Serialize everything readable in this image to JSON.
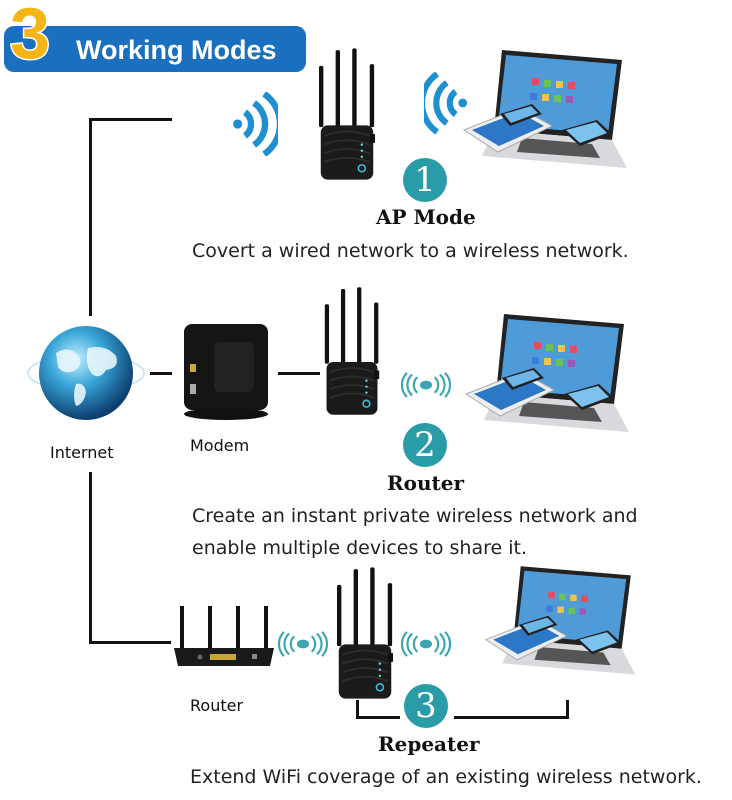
{
  "header": {
    "number": "3",
    "title": "Working Modes"
  },
  "colors": {
    "banner_blue": "#1a6fbf",
    "number_yellow": "#f5b515",
    "badge_teal": "#2a9ca8",
    "wave_blue": "#1e8fd0",
    "wave_teal": "#3aa6b4"
  },
  "nodes": {
    "internet": "Internet",
    "modem": "Modem",
    "router": "Router"
  },
  "modes": [
    {
      "number": "1",
      "title": "AP Mode",
      "description": [
        "Covert a wired network to a wireless network."
      ]
    },
    {
      "number": "2",
      "title": "Router",
      "description": [
        "Create an instant private wireless network and",
        "enable multiple devices to share it."
      ]
    },
    {
      "number": "3",
      "title": "Repeater",
      "description": [
        "Extend WiFi coverage of an existing wireless network."
      ]
    }
  ]
}
